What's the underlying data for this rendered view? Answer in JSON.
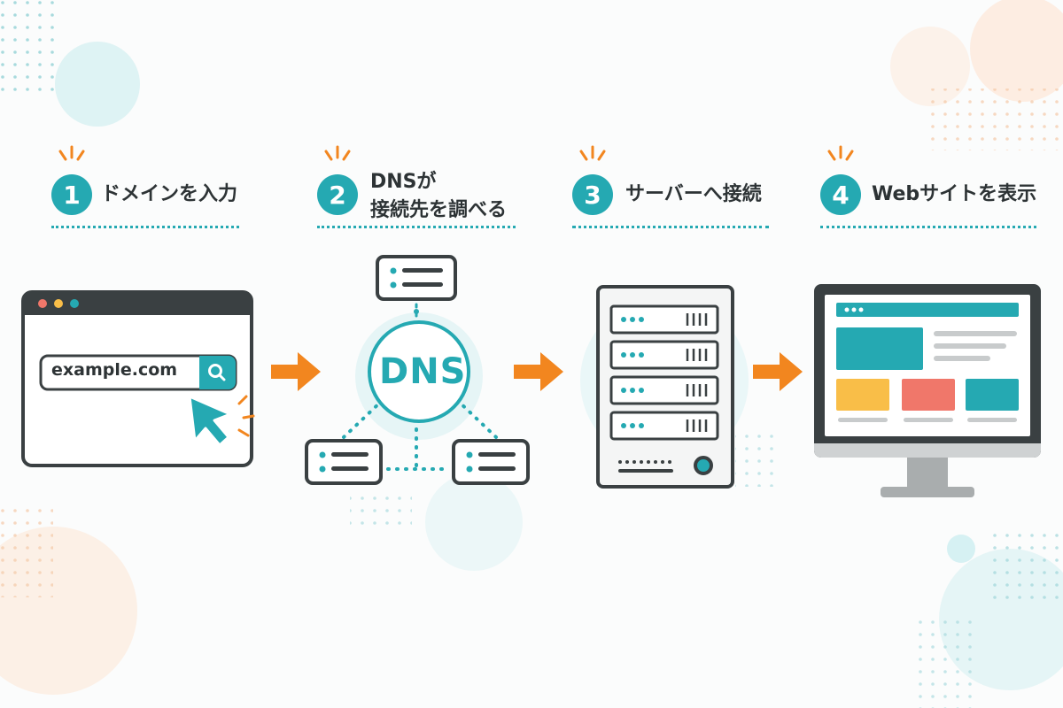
{
  "colors": {
    "accent": "#25a9b2",
    "arrow": "#f2861f",
    "dark": "#2d3335",
    "yellow": "#f9be48",
    "coral": "#f0776a"
  },
  "steps": [
    {
      "number": "1",
      "title_line1": "ドメインを入力",
      "title_line2": ""
    },
    {
      "number": "2",
      "title_line1": "DNSが",
      "title_line2": "接続先を調べる"
    },
    {
      "number": "3",
      "title_line1": "サーバーへ接続",
      "title_line2": ""
    },
    {
      "number": "4",
      "title_line1": "Webサイトを表示",
      "title_line2": ""
    }
  ],
  "browser": {
    "url": "example.com",
    "search_icon": "search-icon",
    "cursor_icon": "cursor-arrow-icon"
  },
  "dns": {
    "label": "DNS"
  },
  "icons": {
    "arrow": "arrow-right-icon",
    "server": "server-rack-icon",
    "monitor": "monitor-icon"
  }
}
